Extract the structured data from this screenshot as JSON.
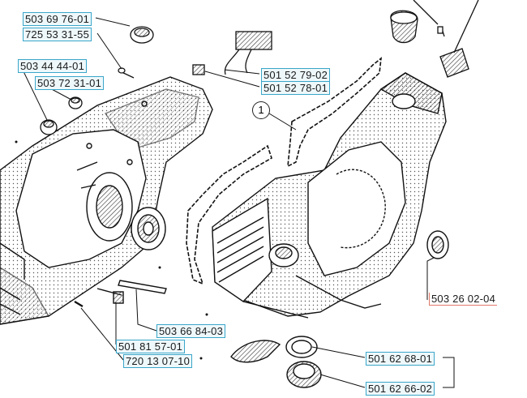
{
  "diagram": {
    "callout_number": "1",
    "part_numbers": [
      {
        "id": "p1",
        "text": "503 69 76-01",
        "style": "blue"
      },
      {
        "id": "p2",
        "text": "725 53 31-55",
        "style": "blue"
      },
      {
        "id": "p3",
        "text": "503 44 44-01",
        "style": "blue"
      },
      {
        "id": "p4",
        "text": "503 72 31-01",
        "style": "blue"
      },
      {
        "id": "p5",
        "text": "501 52 79-02",
        "style": "blue"
      },
      {
        "id": "p6",
        "text": "501 52 78-01",
        "style": "blue"
      },
      {
        "id": "p7",
        "text": "503 26 02-04",
        "style": "red"
      },
      {
        "id": "p8",
        "text": "503 66 84-03",
        "style": "blue"
      },
      {
        "id": "p9",
        "text": "501 81 57-01",
        "style": "blue"
      },
      {
        "id": "p10",
        "text": "720 13 07-10",
        "style": "blue"
      },
      {
        "id": "p11",
        "text": "501 62 68-01",
        "style": "blue"
      },
      {
        "id": "p12",
        "text": "501 62 66-02",
        "style": "blue"
      }
    ],
    "colors": {
      "label_border": "#3aa6c9",
      "label_fill": "#eef8fb",
      "highlight_label": "#e07a6a",
      "ink": "#1a1a1a"
    }
  }
}
